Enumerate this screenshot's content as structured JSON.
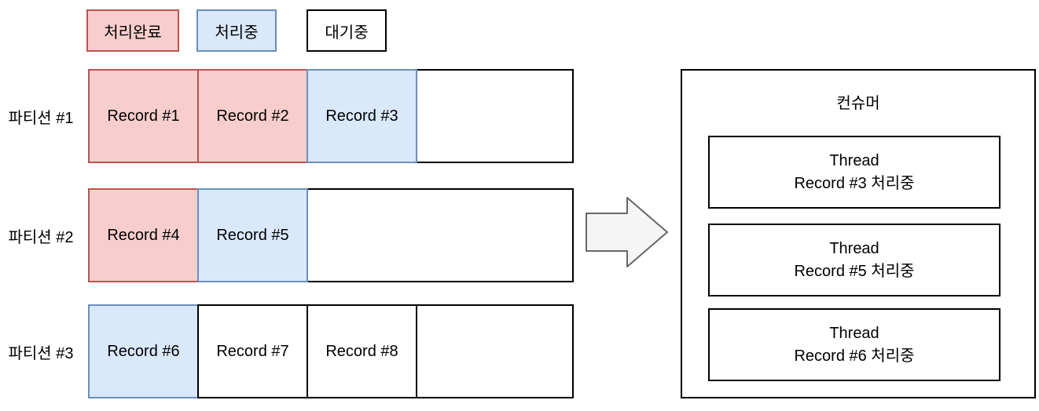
{
  "colors": {
    "done_fill": "#f8cecc",
    "done_border": "#b85450",
    "processing_fill": "#dae8fc",
    "processing_border": "#6c8ebf",
    "waiting_fill": "#ffffff",
    "waiting_border": "#000000",
    "arrow_fill": "#f5f5f5",
    "arrow_border": "#666666",
    "text": "#000000"
  },
  "legend": [
    {
      "label": "처리완료",
      "state": "done"
    },
    {
      "label": "처리중",
      "state": "processing"
    },
    {
      "label": "대기중",
      "state": "waiting"
    }
  ],
  "partitions": [
    {
      "label": "파티션 #1",
      "records": [
        {
          "label": "Record #1",
          "state": "done"
        },
        {
          "label": "Record #2",
          "state": "done"
        },
        {
          "label": "Record #3",
          "state": "processing"
        }
      ]
    },
    {
      "label": "파티션 #2",
      "records": [
        {
          "label": "Record #4",
          "state": "done"
        },
        {
          "label": "Record #5",
          "state": "processing"
        }
      ]
    },
    {
      "label": "파티션 #3",
      "records": [
        {
          "label": "Record #6",
          "state": "processing"
        },
        {
          "label": "Record #7",
          "state": "waiting"
        },
        {
          "label": "Record #8",
          "state": "waiting"
        }
      ]
    }
  ],
  "arrow": {
    "icon": "right-block-arrow"
  },
  "consumer": {
    "title": "컨슈머",
    "threads": [
      {
        "line1": "Thread",
        "line2": "Record #3 처리중"
      },
      {
        "line1": "Thread",
        "line2": "Record #5 처리중"
      },
      {
        "line1": "Thread",
        "line2": "Record #6 처리중"
      }
    ]
  }
}
